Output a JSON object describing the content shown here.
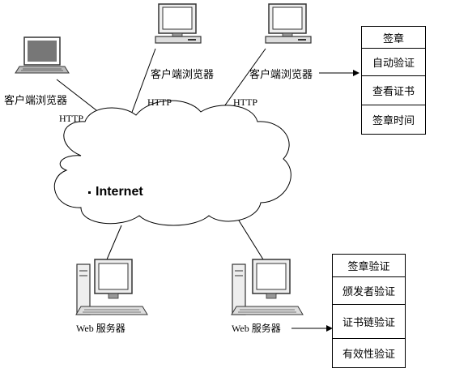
{
  "clients": {
    "laptop_label": "客户端浏览器",
    "desktop1_label": "客户端浏览器",
    "desktop2_label": "客户端浏览器"
  },
  "protocol": {
    "http1": "HTTP",
    "http2": "HTTP",
    "http3": "HTTP"
  },
  "network": {
    "label": "Internet"
  },
  "servers": {
    "server1_label": "Web 服务器",
    "server2_label": "Web 服务器"
  },
  "client_features": [
    "签章",
    "自动验证",
    "查看证书",
    "签章时间"
  ],
  "server_features": [
    "签章验证",
    "颁发者验证",
    "证书链验证",
    "有效性验证"
  ]
}
